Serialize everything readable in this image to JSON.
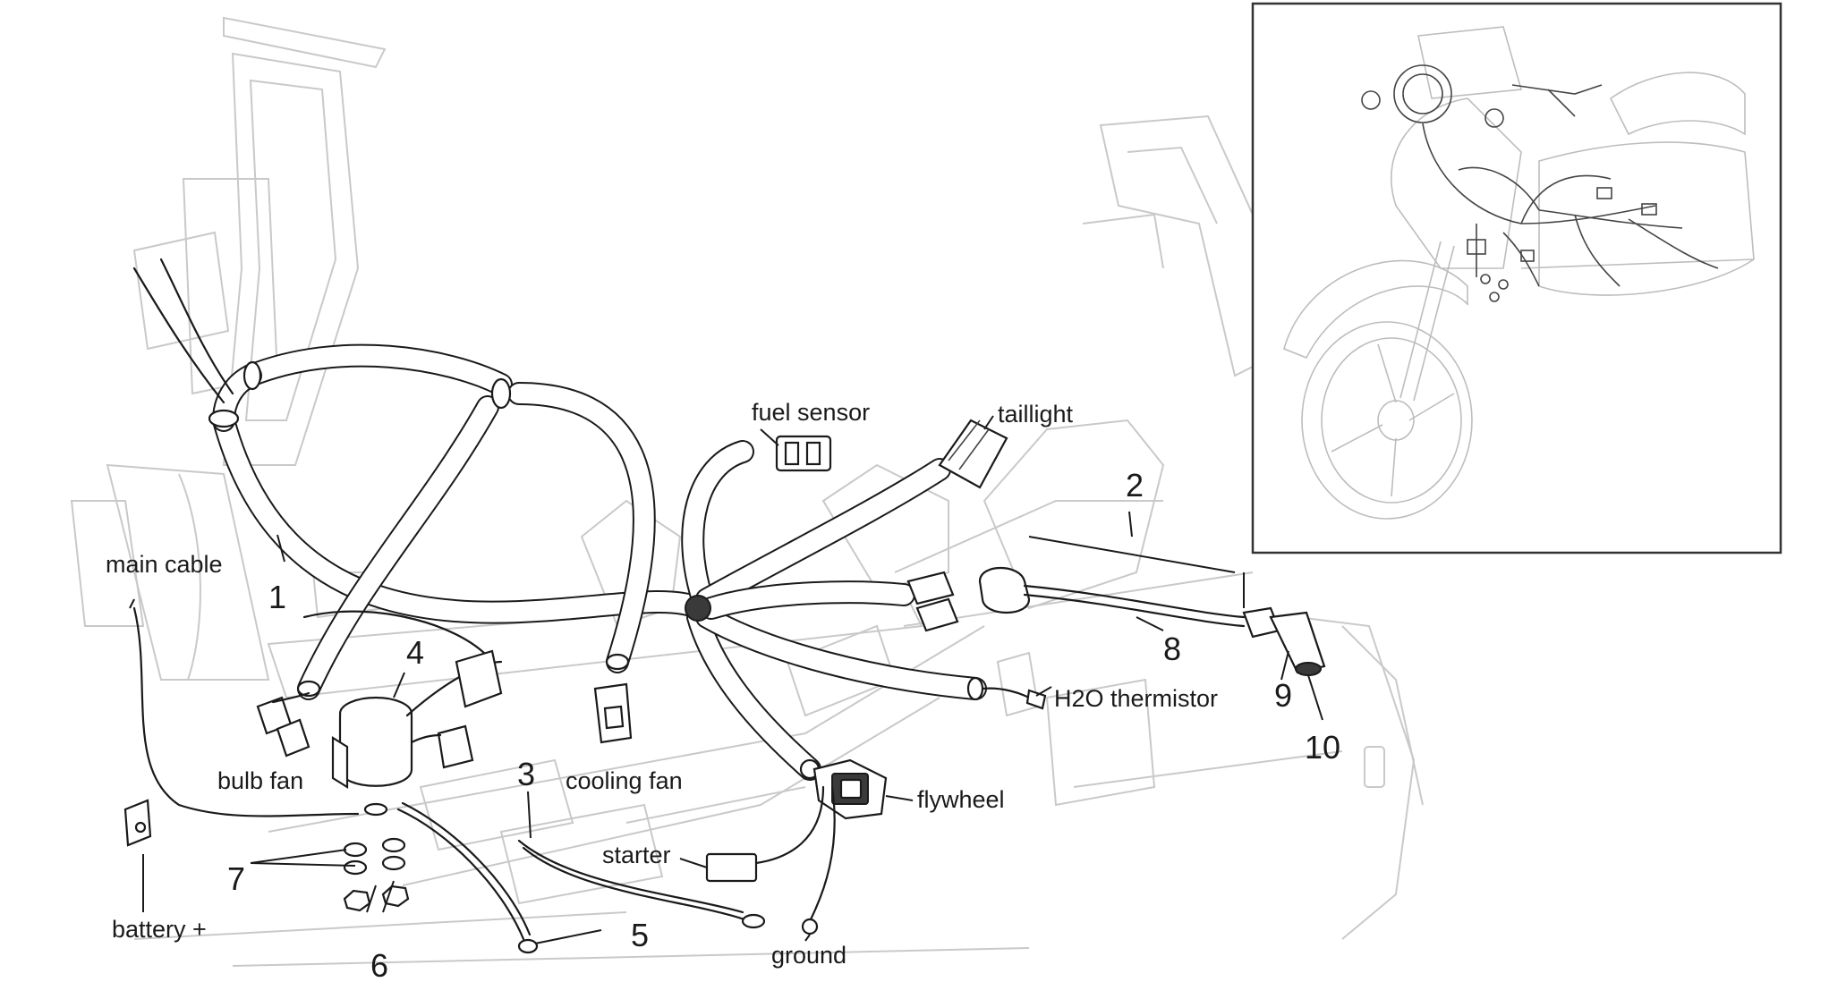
{
  "labels": {
    "main_cable": "main cable",
    "fuel_sensor": "fuel sensor",
    "taillight": "taillight",
    "h2o_thermistor": "H2O thermistor",
    "bulb_fan": "bulb fan",
    "cooling_fan": "cooling fan",
    "flywheel": "flywheel",
    "starter": "starter",
    "ground": "ground",
    "battery_plus": "battery +"
  },
  "part_numbers": {
    "p1": "1",
    "p2": "2",
    "p3": "3",
    "p4": "4",
    "p5": "5",
    "p6": "6",
    "p7": "7",
    "p8": "8",
    "p9": "9",
    "p10": "10"
  }
}
